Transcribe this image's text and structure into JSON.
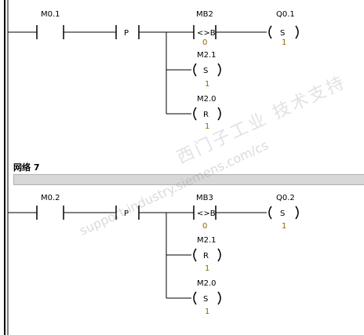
{
  "network7": {
    "title": "网络 7"
  },
  "rung1": {
    "contact": "M0.1",
    "edge": "P",
    "compare_address": "MB2",
    "compare_op": "<>B",
    "compare_value": "0",
    "coils": [
      {
        "address": "Q0.1",
        "type": "S",
        "count": "1"
      },
      {
        "address": "M2.1",
        "type": "S",
        "count": "1"
      },
      {
        "address": "M2.0",
        "type": "R",
        "count": "1"
      }
    ]
  },
  "rung2": {
    "contact": "M0.2",
    "edge": "P",
    "compare_address": "MB3",
    "compare_op": "<>B",
    "compare_value": "0",
    "coils": [
      {
        "address": "Q0.2",
        "type": "S",
        "count": "1"
      },
      {
        "address": "M2.1",
        "type": "R",
        "count": "1"
      },
      {
        "address": "M2.0",
        "type": "S",
        "count": "1"
      }
    ]
  },
  "watermark": {
    "line1": "support.industry.siemens.com/cs",
    "line2": "西门子工业 技术支持"
  }
}
